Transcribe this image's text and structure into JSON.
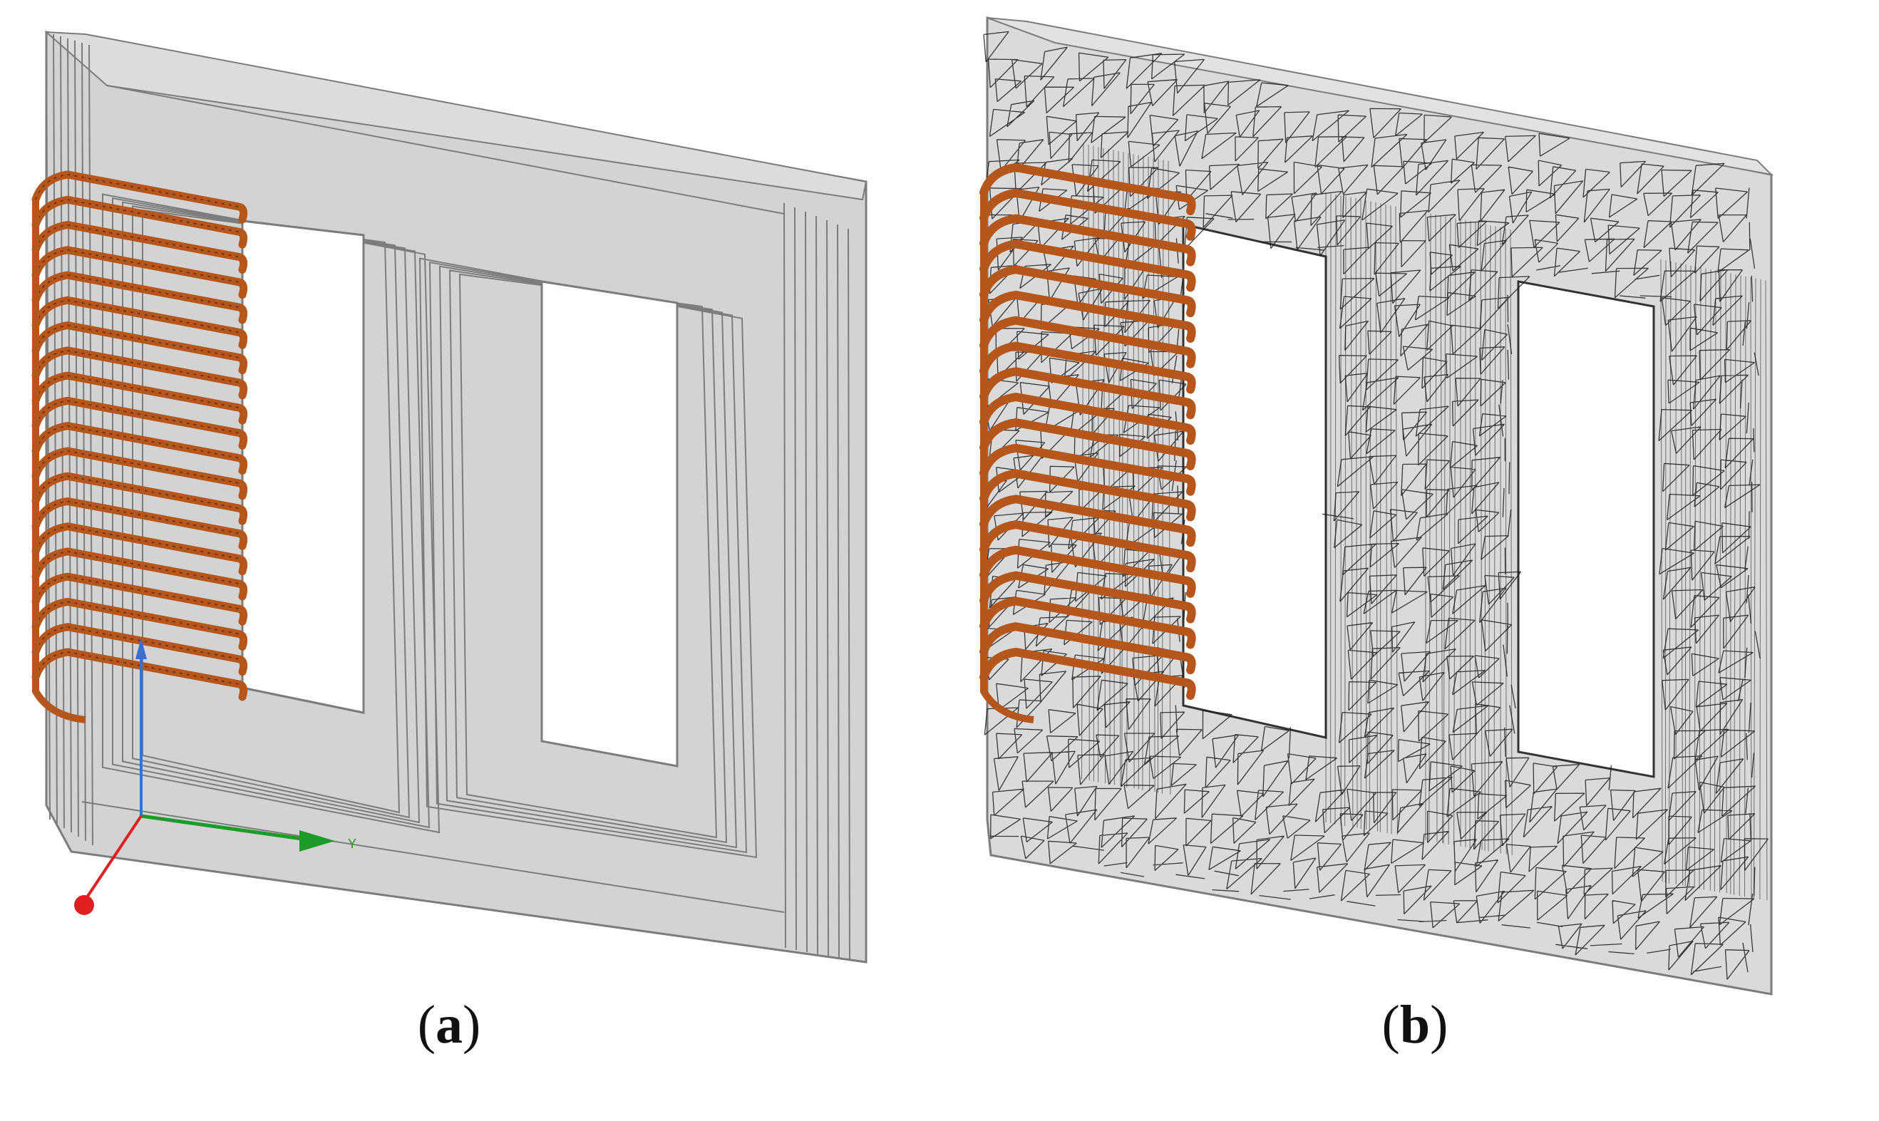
{
  "panels": [
    {
      "id": "a",
      "label": "a",
      "caption_open": "(",
      "caption_close": ")"
    },
    {
      "id": "b",
      "label": "b",
      "caption_open": "(",
      "caption_close": ")"
    }
  ],
  "axes": {
    "y_label": "Y"
  },
  "colors": {
    "core_face": "#d3d3d3",
    "core_edge": "#7c7c7c",
    "core_side": "#c3c3c3",
    "coil": "#b5561d",
    "coil_dark": "#7a3210",
    "axis_x": "#e02020",
    "axis_y": "#1e9a2a",
    "axis_z": "#3a6fd0",
    "mesh_line": "#1a1a1a"
  },
  "coil": {
    "turns": 20
  }
}
